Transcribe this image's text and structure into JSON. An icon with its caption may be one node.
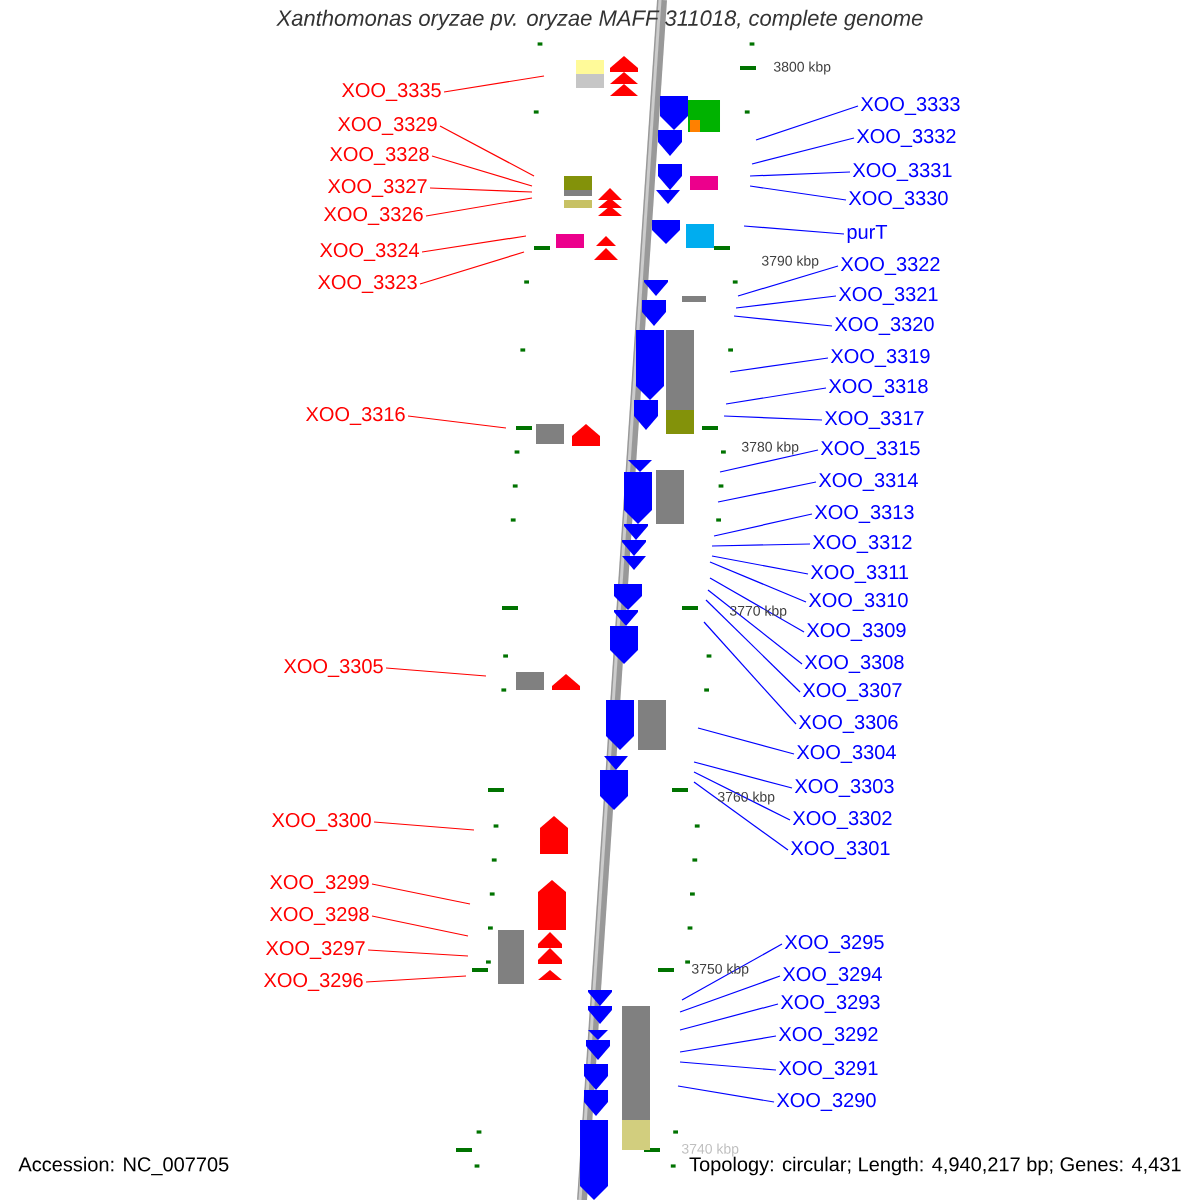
{
  "diagram": {
    "title": "Xanthomonas oryzae pv. oryzae MAFF 311018, complete genome",
    "nodes": [
      {
        "text": [
          "XOO_3335"
        ]
      },
      {
        "text": [
          "XOO_3329"
        ]
      },
      {
        "text": [
          "XOO_3328"
        ]
      },
      {
        "text": [
          "XOO_3327"
        ]
      },
      {
        "text": [
          "XOO_3326"
        ]
      },
      {
        "text": [
          "XOO_3324"
        ]
      },
      {
        "text": [
          "XOO_3323"
        ]
      },
      {
        "text": [
          "XOO_3316"
        ]
      },
      {
        "text": [
          "XOO_3305"
        ]
      },
      {
        "text": [
          "XOO_3300"
        ]
      },
      {
        "text": [
          "XOO_3299"
        ]
      },
      {
        "text": [
          "XOO_3298"
        ]
      },
      {
        "text": [
          "XOO_3297"
        ]
      },
      {
        "text": [
          "XOO_3296"
        ]
      },
      {
        "text": [
          "XOO_3333"
        ]
      },
      {
        "text": [
          "XOO_3332"
        ]
      },
      {
        "text": [
          "XOO_3331"
        ]
      },
      {
        "text": [
          "XOO_3330"
        ]
      },
      {
        "text": [
          "purT"
        ]
      },
      {
        "text": [
          "XOO_3322"
        ]
      },
      {
        "text": [
          "XOO_3321"
        ]
      },
      {
        "text": [
          "XOO_3320"
        ]
      },
      {
        "text": [
          "XOO_3319"
        ]
      },
      {
        "text": [
          "XOO_3318"
        ]
      },
      {
        "text": [
          "XOO_3317"
        ]
      },
      {
        "text": [
          "XOO_3315"
        ]
      },
      {
        "text": [
          "XOO_3314"
        ]
      },
      {
        "text": [
          "XOO_3313"
        ]
      },
      {
        "text": [
          "XOO_3312"
        ]
      },
      {
        "text": [
          "XOO_3311"
        ]
      },
      {
        "text": [
          "XOO_3310"
        ]
      },
      {
        "text": [
          "XOO_3309"
        ]
      },
      {
        "text": [
          "XOO_3308"
        ]
      },
      {
        "text": [
          "XOO_3307"
        ]
      },
      {
        "text": [
          "XOO_3306"
        ]
      },
      {
        "text": [
          "XOO_3304"
        ]
      },
      {
        "text": [
          "XOO_3303"
        ]
      },
      {
        "text": [
          "XOO_3302"
        ]
      },
      {
        "text": [
          "XOO_3301"
        ]
      },
      {
        "text": [
          "XOO_3295"
        ]
      },
      {
        "text": [
          "XOO_3294"
        ]
      },
      {
        "text": [
          "XOO_3293"
        ]
      },
      {
        "text": [
          "XOO_3292"
        ]
      },
      {
        "text": [
          "XOO_3291"
        ]
      },
      {
        "text": [
          "XOO_3290"
        ]
      }
    ],
    "edges": [
      {
        "from": 0,
        "to": null,
        "arrow": "none",
        "color": "#ff0000"
      },
      {
        "from": 1,
        "to": null,
        "arrow": "none",
        "color": "#ff0000"
      },
      {
        "from": 2,
        "to": null,
        "arrow": "none",
        "color": "#ff0000"
      },
      {
        "from": 3,
        "to": null,
        "arrow": "none",
        "color": "#ff0000"
      },
      {
        "from": 4,
        "to": null,
        "arrow": "none",
        "color": "#ff0000"
      },
      {
        "from": 5,
        "to": null,
        "arrow": "none",
        "color": "#ff0000"
      },
      {
        "from": 6,
        "to": null,
        "arrow": "none",
        "color": "#ff0000"
      },
      {
        "from": 7,
        "to": null,
        "arrow": "none",
        "color": "#ff0000"
      },
      {
        "from": 8,
        "to": null,
        "arrow": "none",
        "color": "#ff0000"
      },
      {
        "from": 9,
        "to": null,
        "arrow": "none",
        "color": "#ff0000"
      },
      {
        "from": 10,
        "to": null,
        "arrow": "none",
        "color": "#ff0000"
      },
      {
        "from": 11,
        "to": null,
        "arrow": "none",
        "color": "#ff0000"
      },
      {
        "from": 12,
        "to": null,
        "arrow": "none",
        "color": "#ff0000"
      },
      {
        "from": 13,
        "to": null,
        "arrow": "none",
        "color": "#ff0000"
      },
      {
        "from": 14,
        "to": null,
        "arrow": "none"
      },
      {
        "from": 15,
        "to": null,
        "arrow": "none"
      },
      {
        "from": 16,
        "to": null,
        "arrow": "none"
      },
      {
        "from": 17,
        "to": null,
        "arrow": "none"
      },
      {
        "from": 18,
        "to": null,
        "arrow": "none"
      },
      {
        "from": 19,
        "to": null,
        "arrow": "none"
      },
      {
        "from": 20,
        "to": null,
        "arrow": "none"
      },
      {
        "from": 21,
        "to": null,
        "arrow": "none"
      },
      {
        "from": 22,
        "to": null,
        "arrow": "none"
      },
      {
        "from": 23,
        "to": null,
        "arrow": "none"
      },
      {
        "from": 24,
        "to": null,
        "arrow": "none"
      },
      {
        "from": 25,
        "to": null,
        "arrow": "none"
      },
      {
        "from": 26,
        "to": null,
        "arrow": "none"
      },
      {
        "from": 27,
        "to": null,
        "arrow": "none"
      },
      {
        "from": 28,
        "to": null,
        "arrow": "none"
      },
      {
        "from": 29,
        "to": null,
        "arrow": "none"
      },
      {
        "from": 30,
        "to": null,
        "arrow": "none"
      },
      {
        "from": 31,
        "to": null,
        "arrow": "none"
      },
      {
        "from": 32,
        "to": null,
        "arrow": "none"
      },
      {
        "from": 33,
        "to": null,
        "arrow": "none"
      },
      {
        "from": 34,
        "to": null,
        "arrow": "none"
      },
      {
        "from": 35,
        "to": null,
        "arrow": "none"
      },
      {
        "from": 36,
        "to": null,
        "arrow": "none"
      },
      {
        "from": 37,
        "to": null,
        "arrow": "none"
      },
      {
        "from": 38,
        "to": null,
        "arrow": "none"
      },
      {
        "from": 39,
        "to": null,
        "arrow": "none"
      },
      {
        "from": 40,
        "to": null,
        "arrow": "none"
      },
      {
        "from": 41,
        "to": null,
        "arrow": "none"
      },
      {
        "from": 42,
        "to": null,
        "arrow": "none"
      },
      {
        "from": 43,
        "to": null,
        "arrow": "none"
      },
      {
        "from": 44,
        "to": null,
        "arrow": "none"
      }
    ],
    "labels": [
      "3800 kbp",
      "3790 kbp",
      "3780 kbp",
      "3770 kbp",
      "3760 kbp",
      "3750 kbp",
      "3740 kbp",
      "Accession: NC_007705",
      "Topology: circular; Length: 4,940,217 bp; Genes: 4,431"
    ]
  }
}
